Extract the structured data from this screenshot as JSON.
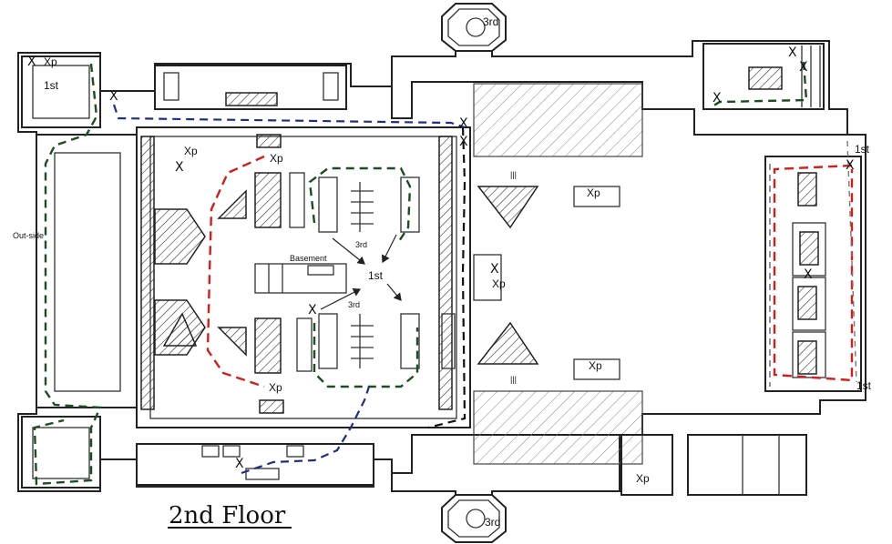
{
  "title": "2nd Floor",
  "labels": {
    "third": "3rd",
    "first": "1st",
    "xp": "Xp",
    "x": "X",
    "outside": "Out-side",
    "basement": "Basement",
    "bars": "|||"
  },
  "legend_colors": {
    "blue": "#1f2d8a",
    "black": "#111111",
    "green": "#1d4d22",
    "red": "#d41d1d",
    "gray": "#777777",
    "purple": "#7a6fa3"
  }
}
